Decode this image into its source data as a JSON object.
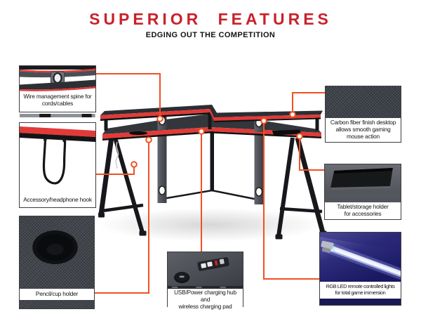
{
  "header": {
    "title": "SUPERIOR FEATURES",
    "subtitle": "EDGING OUT THE COMPETITION"
  },
  "colors": {
    "title_red": "#c9222b",
    "connector_orange": "#f05123",
    "desk_trim_red": "#e23a38",
    "led_blue": "#2e2d7e"
  },
  "callouts": [
    {
      "id": "wire-management",
      "label": "Wire management spine for\ncords/cables"
    },
    {
      "id": "carbon-fiber",
      "label": "Carbon fiber finish desktop\nallows smooth gaming\nmouse action"
    },
    {
      "id": "accessory-hook",
      "label": "Accessory/headphone hook"
    },
    {
      "id": "tablet-holder",
      "label": "Tablet/storage holder\nfor accessories"
    },
    {
      "id": "pencil-cup",
      "label": "Pencil/cup holder"
    },
    {
      "id": "usb-charging",
      "label": "USB/Power charging hub and\nwireless charging pad"
    },
    {
      "id": "rgb-led",
      "label": "RGB LED remote controlled lights\nfor total game immersion"
    }
  ]
}
